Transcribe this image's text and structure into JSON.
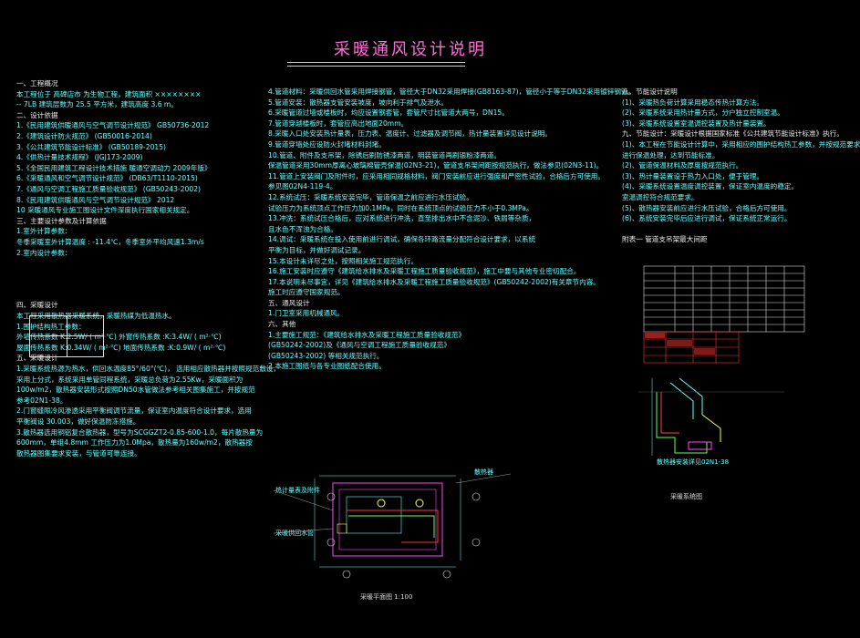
{
  "doc": {
    "title": "采暖通风设计说明",
    "col1": [
      "一、工程概况",
      "本工程位于 高碑店市 为生物工程，建筑面积 ××××××××",
      "-- 7LB 建筑层数为 25.5 平方米，建筑高度 3.6 m。",
      "二、设计依据",
      "1.《民用建筑供暖通风与空气调节设计规范》 GB50736-2012",
      "2.《建筑设计防火规范》        (GB50016-2014)",
      "3.《公共建筑节能设计标准》   (GB50189-2015)",
      "4.《供热计量技术规程》 (JGJ173-2009)",
      "5.《全国民用建筑工程设计技术措施 暖通空调动力 2009年版》",
      "6.《采暖通风和空气调节设计规范》 (DB63/T1110-2015)",
      "7.《通风与空调工程施工质量验收规范》 (GB50243-2002)",
      "8.《民用建筑供暖通风与空气调节设计规范》 2012",
      "10  采暖通风专业施工图设计文件深度执行国家相关规定。",
      "三、主要设计参数及计算依据",
      "1.室外计算参数：",
      "冬季采暖室外计算温度        :  -11.4℃，冬季室外平均风速1.3m/s",
      "2.室内设计参数：",
      "",
      "",
      "",
      "",
      "四、采暖设计",
      "本工程采用散热器采暖系统，采暖热媒为低温热水。",
      "1.围护结构热工参数：",
      "外墙传热系数      K:2.5W/    ( m²·℃)      外窗传热系数       :K:3.4W/    ( m²·℃)",
      "屋面传热系数      K:0.34W/   ( m²·℃)      地面传热系数       :K:0.9W/    ( m²·℃)",
      "五、采暖设计",
      "1.采暖系统热源为热水，供回水温度85°/60°(℃)，          选用相应散热器并按照规范敷设，",
      "采用上分式，系统采用单管同程系统，采暖总负荷为2.55Kw，采暖面积为",
      "100w/m2，散热器安装形式按照DN50水管做法参考相关图集施工，并按规范",
      "参考02N1-38。",
      "2.门窗缝隙冷风渗透采用平衡阀调节流量，保证室内温度符合设计要求，选用",
      "平衡阀设 30.003，做好保温防冻措施。",
      "3.散热器选用铜铝复合散热器，型号为SCGGZT2-0.85-600-1.0，每片散热量为",
      "600mm，单组4.8mm   工作压力为1.0Mpa，散热量为160w/m2，散热器按",
      "散热器图集要求安装，与管道可靠连接。"
    ],
    "col2": [
      "4.管道材料：采暖供回水管采用焊接钢管，管径大于DN32采用焊接(GB8163-87)，管径小于等于DN32采用镀锌钢管。",
      "5.管道安装：散热器支管安装坡度，坡向利于排气及泄水。",
      "6.采暖管道过墙或楼板时，均应设置钢套管，套管尺寸比管道大两号，DN15。",
      "7.管道穿越楼板时，套管应高出地面20mm。",
      "8.采暖入口处安装热计量表，压力表、温度计、过滤器及调节阀，热计量装置详见设计说明。",
      "9.管道穿墙处应设防火封堵材料封堵。",
      "10.管道、附件及支吊架，除锈后刷防锈漆两道，明装管道再刷银粉漆两道。",
      "    保温管道采用30mm厚离心玻璃棉管壳保温(02N3-21)，管道支吊架间距按规范执行，做法参见(02N3-11)。",
      "11.管道上安装阀门及附件时，应采用相同规格材料，阀门安装前应进行强度和严密性试验，合格后方可使用。",
      "    参见图02N4-119-4。",
      "12.系统试压：采暖系统安装完毕，管道保温之前应进行水压试验。",
      "    试验压力为系统顶点工作压力加0.1MPa，同时在系统顶点的试验压力不小于0.3MPa。",
      "13.冲洗：系统试压合格后，应对系统进行冲洗，直至排出水中不含泥沙、铁屑等杂质，",
      "    且水色不浑浊为合格。",
      "14.调试：采暖系统在投入使用前进行调试，确保各环路流量分配符合设计要求，以系统",
      "    平衡为目标，并做好调试记录。",
      "15.本设计未详尽之处，按照相关施工规范执行。",
      "16.施工安装时应遵守《建筑给水排水及采暖工程施工质量验收规范》，施工中要与其他专业密切配合。",
      "17.本说明未尽事宜，详见《建筑给水排水及采暖工程施工质量验收规范》(GB50242-2002)有关章节内容。",
      "    施工时应遵守国家规范。",
      "五、通风设计",
      "1.门卫室采用机械通风。",
      "六、其他",
      "1.主要施工规范：《建筑给水排水及采暖工程施工质量验收规范》",
      "    (GB50242-2002)及《通风与空调工程施工质量验收规范》",
      "    (GB50243-2002)    等相关规范执行。",
      "2.本施工图纸与各专业图纸配合使用。"
    ],
    "col3": [
      "八、节能设计说明",
      "(1)、采暖热负荷计算采用稳态传热计算方法。",
      "(2)、采暖系统采用热计量方式，分户独立控制室温。",
      "(3)、采暖系统设置室温调控装置及热计量装置。",
      "九、节能设计：采暖设计根据国家标准《公共建筑节能设计标准》执行。",
      "(1)、本工程在节能设计计算中，采用相应的围护结构热工参数，并按规范要求",
      "     进行保温处理，达到节能标准。",
      "(2)、管道保温材料及厚度按规范执行。",
      "(3)、热计量装置设于热力入口处，便于管理。",
      "(4)、采暖系统设置温度调控装置，保证室内温度的稳定。",
      "     室温调控符合规范要求。",
      "(5)、散热器安装前应进行水压试验，合格后方可使用。",
      "(6)、系统安装完毕后应进行调试，保证系统正常运行。",
      "",
      "附表一 管道支吊架最大间距"
    ],
    "notes": {
      "plan_label": "采暖平面图  1:100",
      "system_label": "采暖系统图",
      "note_a": "热计量表及附件",
      "note_b": "采暖供回水管",
      "note_c": "散热器",
      "sys_note": "散热器安装详见02N1-38"
    }
  },
  "colors": {
    "cyan": "#66ffff",
    "pink": "#ff6bd6",
    "red": "#ff2222",
    "yellow": "#ffff44"
  }
}
